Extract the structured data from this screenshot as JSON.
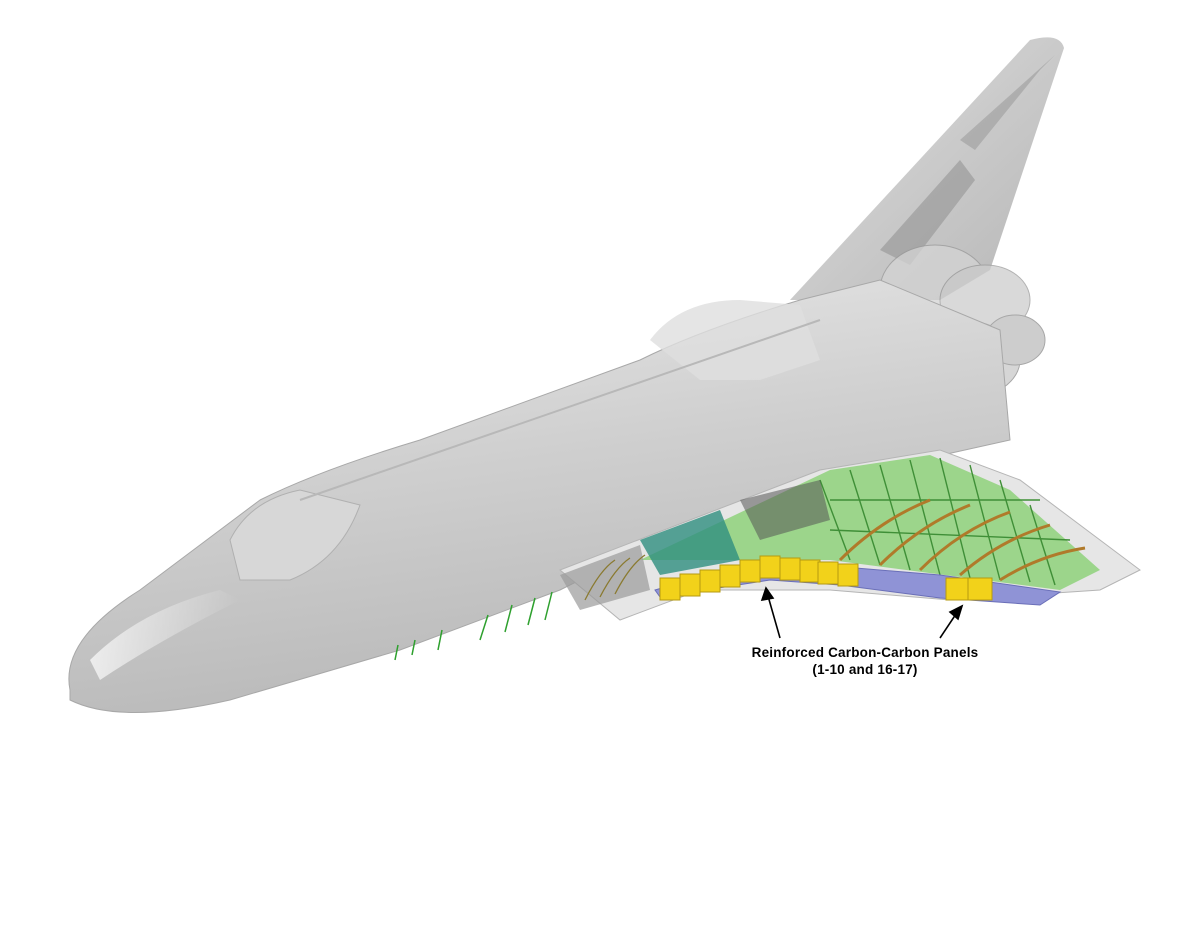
{
  "figure": {
    "subject": "Space Shuttle Orbiter cutaway showing left wing leading edge structure",
    "callout": {
      "line1": "Reinforced Carbon-Carbon Panels",
      "line2": "(1-10 and 16-17)"
    },
    "colors": {
      "hull": "#c8c8c8",
      "rcc_panel": "#f2d21a",
      "wing_spar_band": "#8f93d6",
      "wing_structure": "#7fcf6a",
      "rib": "#b07a2a",
      "background": "#ffffff"
    }
  }
}
